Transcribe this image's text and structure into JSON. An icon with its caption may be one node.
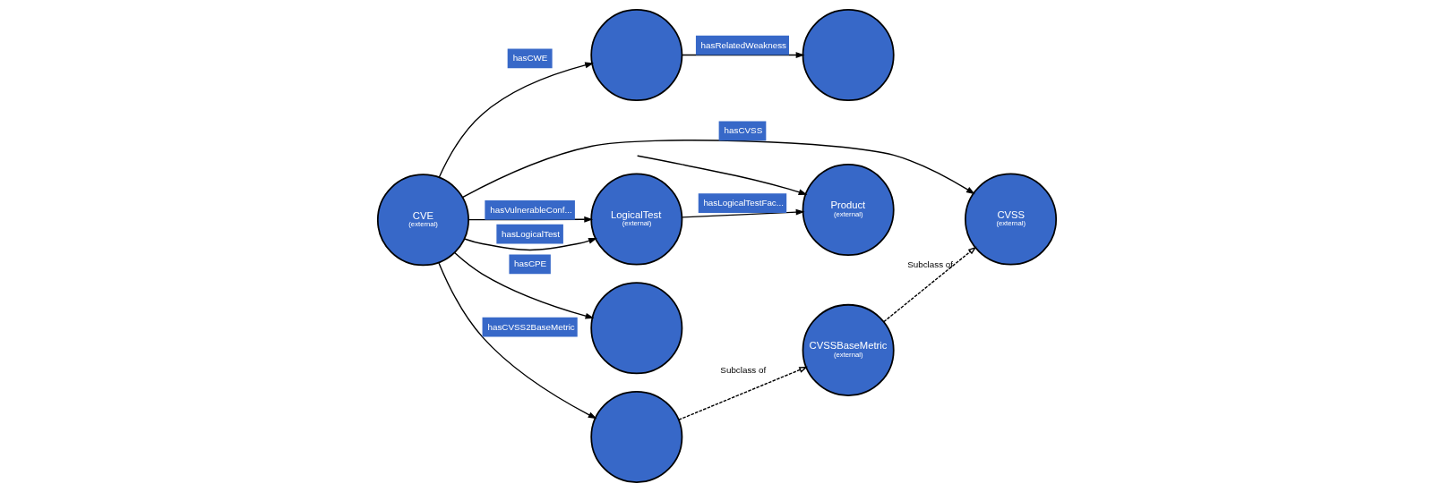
{
  "diagram": {
    "nodes": [
      {
        "text": [],
        "shape": "circle"
      },
      {
        "text": [],
        "shape": "circle"
      },
      {
        "text": [
          "CVSS",
          "(external)"
        ]
      },
      {
        "text": [
          "LogicalTest",
          "(external)"
        ]
      },
      {
        "text": [
          "CVE",
          "(external)"
        ]
      },
      {
        "text": [
          "CVSSBaseMetric",
          "(external)"
        ]
      },
      {
        "text": [
          "Product",
          "(external)"
        ]
      },
      {
        "text": [],
        "shape": "circle"
      },
      {
        "text": [],
        "shape": "circle"
      }
    ],
    "edges": [
      {
        "from": 0,
        "to": 1,
        "arrow": "to",
        "label": "hasRelatedWeakness"
      },
      {
        "from": 4,
        "to": 0,
        "arrow": "to",
        "label": "hasCWE"
      },
      {
        "from": 4,
        "to": 2,
        "arrow": "to",
        "label": "hasCVSS"
      },
      {
        "from": 4,
        "to": 3,
        "arrow": "to",
        "label": "hasVulnerableConf..."
      },
      {
        "from": 4,
        "to": 3,
        "arrow": "to",
        "label": "hasLogicalTest"
      },
      {
        "from": 3,
        "to": 6,
        "arrow": "to",
        "label": "hasLogicalTestFac..."
      },
      {
        "from": 5,
        "to": 2,
        "arrow": "to",
        "label": "Subclass of",
        "style": "dashed"
      },
      {
        "from": 4,
        "to": 7,
        "arrow": "to",
        "label": "hasCVSS2BaseMetric"
      },
      {
        "from": 4,
        "to": 8,
        "arrow": "to",
        "label": "hasCPE"
      },
      {
        "from": 7,
        "to": 5,
        "arrow": "to",
        "label": "Subclass of",
        "style": "dashed"
      },
      {
        "from": null,
        "to": 6,
        "arrow": "to"
      }
    ]
  }
}
